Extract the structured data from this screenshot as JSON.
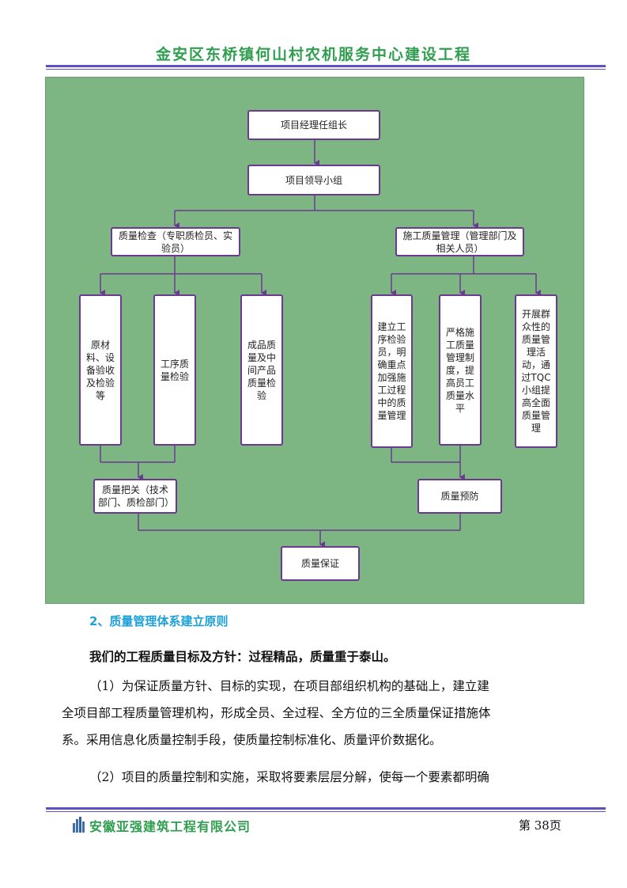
{
  "header": {
    "title": "金安区东桥镇何山村农机服务中心建设工程"
  },
  "org_chart": {
    "top": "项目经理任组长",
    "leader_group": "项目领导小组",
    "left_branch": "质量检查（专职质检员、实验员）",
    "right_branch": "施工质量管理（管理部门及相关人员）",
    "left_items": [
      "原材料、设备验收及检验等",
      "工序质量检验",
      "成品质量及中间产品质量检验"
    ],
    "right_items": [
      "建立工序检验员，明确重点加强施工过程中的质量管理",
      "严格施工质量管理制度，提高员工质量水平",
      "开展群众性的质量管理活动，通过TQC小组提高全面质量管理"
    ],
    "left_merge": "质量把关（技术部门、质检部门）",
    "right_merge": "质量预防",
    "bottom": "质量保证"
  },
  "section": {
    "heading": "2、质量管理体系建立原则",
    "lead": "我们的工程质量目标及方针：过程精品，质量重于泰山。",
    "para1_line1": "（1）为保证质量方针、目标的实现，在项目部组织机构的基础上，建立建",
    "para1_line2": "全项目部工程质量管理机构，形成全员、全过程、全方位的三全质量保证措施体",
    "para1_line3": "系。采用信息化质量控制手段，使质量控制标准化、质量评价数据化。",
    "para2_line1": "（2）项目的质量控制和实施，采取将要素层层分解，使每一个要素都明确"
  },
  "footer": {
    "company": "安徽亚强建筑工程有限公司",
    "page": "第 38页"
  },
  "colors": {
    "header_green": "#2f9e4f",
    "rule_purple": "#5d4fc4",
    "panel_green": "#7db583",
    "box_border": "#6b3a90",
    "heading_blue": "#1ea0d8"
  }
}
